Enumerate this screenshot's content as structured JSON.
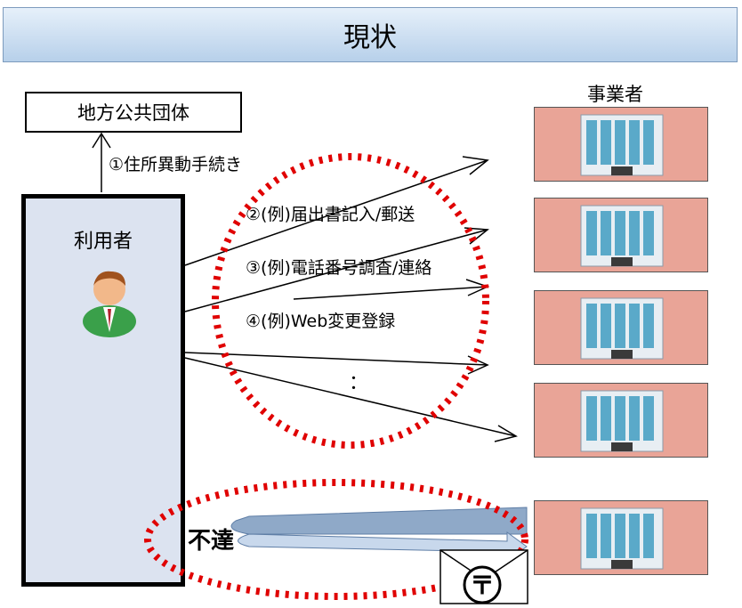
{
  "header": {
    "title": "現状"
  },
  "government": {
    "label": "地方公共団体"
  },
  "user": {
    "label": "利用者"
  },
  "business": {
    "title": "事業者",
    "count": 5
  },
  "steps": {
    "step1": "①住所異動手続き",
    "step2": "②(例)届出書記入/郵送",
    "step3": "③(例)電話番号調査/連絡",
    "step4": "④(例)Web変更登録",
    "ellipsis": "："
  },
  "undelivered": {
    "label": "不達"
  },
  "post": {
    "symbol": "〒"
  },
  "colors": {
    "header_top": "#e6f0fa",
    "header_bottom": "#b7d0ea",
    "user_box": "#dce3f0",
    "building_bg": "#e9a497",
    "dotted_circle": "#e00000",
    "arrow_band": "#a9c1de"
  }
}
